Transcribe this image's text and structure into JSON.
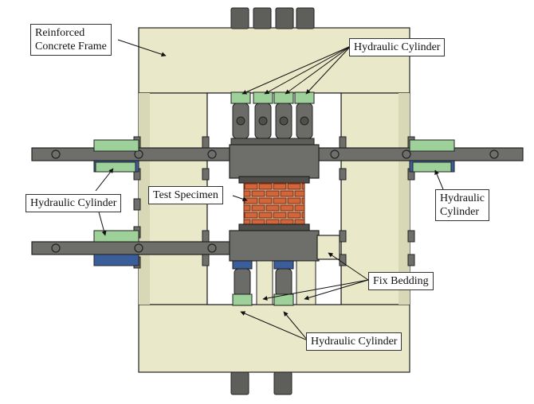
{
  "labels": {
    "frame": {
      "line1": "Reinforced",
      "line2": "Concrete Frame"
    },
    "cyl_top": "Hydraulic Cylinder",
    "cyl_left": "Hydraulic Cylinder",
    "cyl_right": {
      "line1": "Hydraulic",
      "line2": "Cylinder"
    },
    "specimen": "Test Specimen",
    "fix_bedding": "Fix Bedding",
    "cyl_bottom": "Hydraulic Cylinder"
  },
  "colors": {
    "concrete": "#e9e8c9",
    "concrete_shade": "#d9d8b6",
    "steel": "#6e6e6a",
    "steel_dark": "#4f4f4c",
    "brick": "#d2663a",
    "mortar": "#f0c8a8",
    "cylinder_green": "#9ed19a",
    "cylinder_blue": "#3a5e9a",
    "outline": "#222222"
  }
}
